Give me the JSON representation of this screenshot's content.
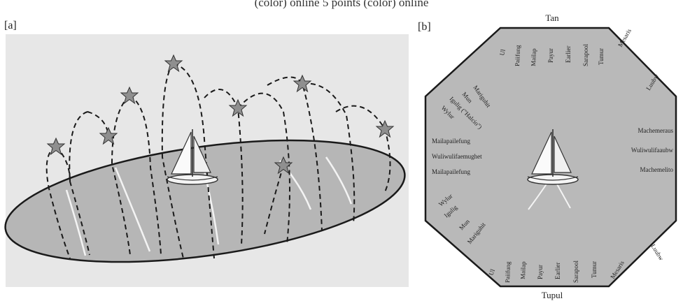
{
  "caption": "(color) online 5 points (color) online",
  "panels": {
    "a_label": "[a]",
    "b_label": "[b]"
  },
  "compass": {
    "top": "Tan",
    "bottom": "Tupul",
    "top_left": [
      "Ul",
      "Paiifung",
      "Mailap",
      "Payur",
      "Earlier",
      "Sarapool",
      "Tumur",
      "Mesaris"
    ],
    "bottom_left": [
      "Ul",
      "Paiifung",
      "Mailap",
      "Payur",
      "Earlier",
      "Sarapool",
      "Tumur",
      "Mesaris"
    ],
    "upper_left": [
      "Mariguhit",
      "Mun",
      "Igulig (\"Halcio\")",
      "Wylur"
    ],
    "lower_left": [
      "Wylur",
      "Igulig",
      "Mun",
      "Mariguhit"
    ],
    "left": [
      "Mailapailefung",
      "Wuliwulifaemughet",
      "Mailapailefung"
    ],
    "right": [
      "Machemeraus",
      "Wuliwulifaaubw",
      "Machemelito"
    ],
    "upper_right": "Luubw",
    "lower_right": "Luubw"
  },
  "colors": {
    "panel_bg": "#e7e7e7",
    "ellipse_fill": "#b6b6b6",
    "octagon_fill": "#b9b9b9",
    "star_fill": "#8f8f8f",
    "outline": "#222222"
  },
  "icons": [
    "star-icon",
    "sailboat-icon"
  ]
}
